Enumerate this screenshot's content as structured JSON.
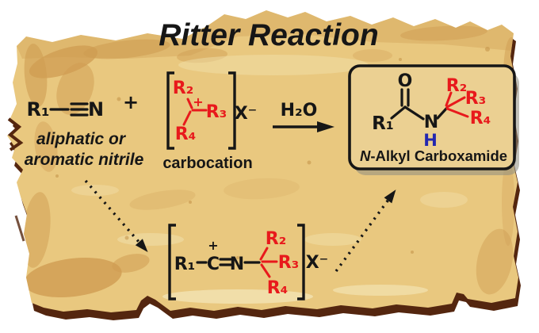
{
  "title": "Ritter Reaction",
  "colors": {
    "paper": "#e9c87f",
    "paper_blotch_dark": "#cf9c52",
    "paper_blotch_light": "#f2e2b0",
    "torn_edge_brown": "#54260f",
    "text_black": "#161616",
    "substituent_red": "#e8191c",
    "amide_h_blue": "#2327b0",
    "box_fill": "#ebd092"
  },
  "nitrile": {
    "r1": "R₁",
    "n": "N",
    "desc_line1": "aliphatic or",
    "desc_line2": "aromatic nitrile"
  },
  "plus_sign": "+",
  "carbocation": {
    "r2": "R₂",
    "charge": "+",
    "r3": "R₃",
    "r4": "R₄",
    "counterion": "X⁻",
    "label": "carbocation"
  },
  "reaction_arrow": {
    "reagent": "H₂O"
  },
  "intermediate": {
    "r1": "R₁",
    "c": "C",
    "charge": "+",
    "n": "N",
    "r2": "R₂",
    "r3": "R₃",
    "r4": "R₄",
    "counterion": "X⁻"
  },
  "product": {
    "o": "O",
    "r1": "R₁",
    "n": "N",
    "h": "H",
    "r2": "R₂",
    "r3": "R₃",
    "r4": "R₄",
    "label_italic": "N",
    "label_rest": "-Alkyl Carboxamide"
  }
}
